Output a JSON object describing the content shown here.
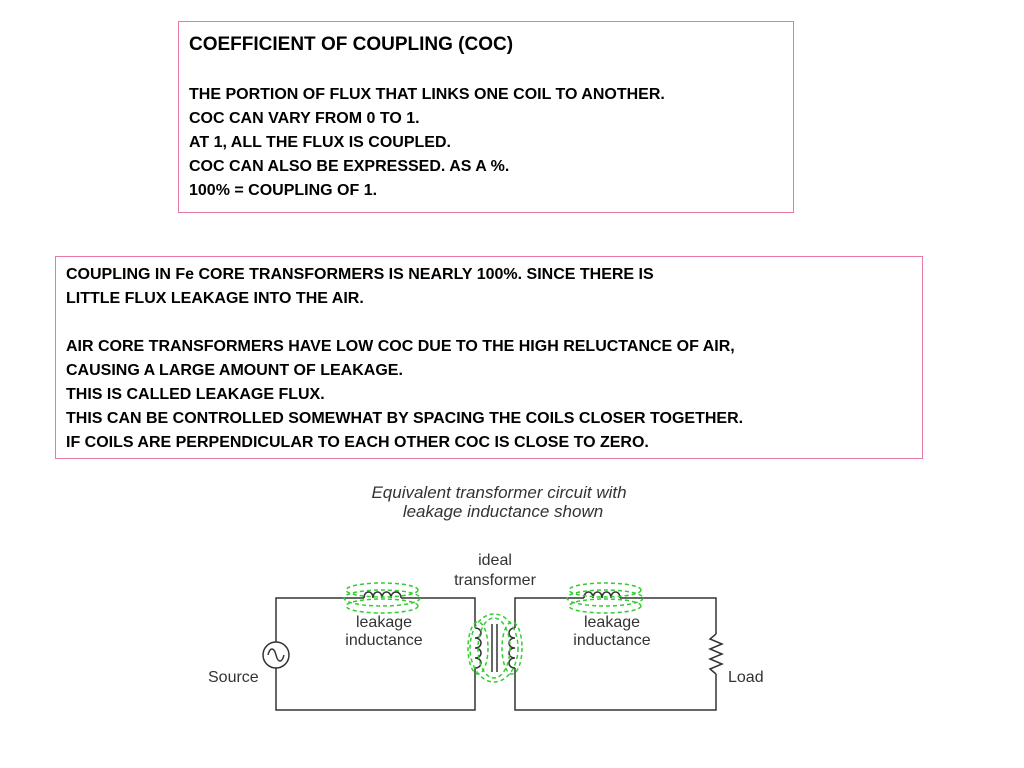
{
  "box1": {
    "title": "COEFFICIENT OF COUPLING (COC)",
    "lines": [
      "THE PORTION OF FLUX THAT LINKS ONE COIL TO ANOTHER.",
      "COC CAN VARY FROM 0 TO 1.",
      "AT 1, ALL THE FLUX IS COUPLED.",
      "COC CAN ALSO BE EXPRESSED. AS A %.",
      "100% = COUPLING OF 1."
    ]
  },
  "box2": {
    "para1": [
      "COUPLING IN Fe CORE TRANSFORMERS IS NEARLY 100%. SINCE THERE IS",
      "LITTLE FLUX LEAKAGE INTO THE AIR."
    ],
    "para2": [
      "AIR CORE TRANSFORMERS HAVE LOW COC DUE TO THE HIGH RELUCTANCE OF AIR,",
      "CAUSING A LARGE AMOUNT OF LEAKAGE.",
      "THIS IS CALLED LEAKAGE FLUX.",
      "THIS CAN BE CONTROLLED SOMEWHAT BY SPACING THE COILS CLOSER TOGETHER.",
      "IF COILS ARE PERPENDICULAR TO EACH OTHER COC IS CLOSE TO ZERO."
    ]
  },
  "diagram": {
    "caption_line1": "Equivalent transformer circuit with",
    "caption_line2": "leakage inductance shown",
    "ideal_line1": "ideal",
    "ideal_line2": "transformer",
    "left_leak_line1": "leakage",
    "left_leak_line2": "inductance",
    "right_leak_line1": "leakage",
    "right_leak_line2": "inductance",
    "source_label": "Source",
    "load_label": "Load",
    "flux_color": "#33cc33",
    "wire_color": "#333333"
  }
}
